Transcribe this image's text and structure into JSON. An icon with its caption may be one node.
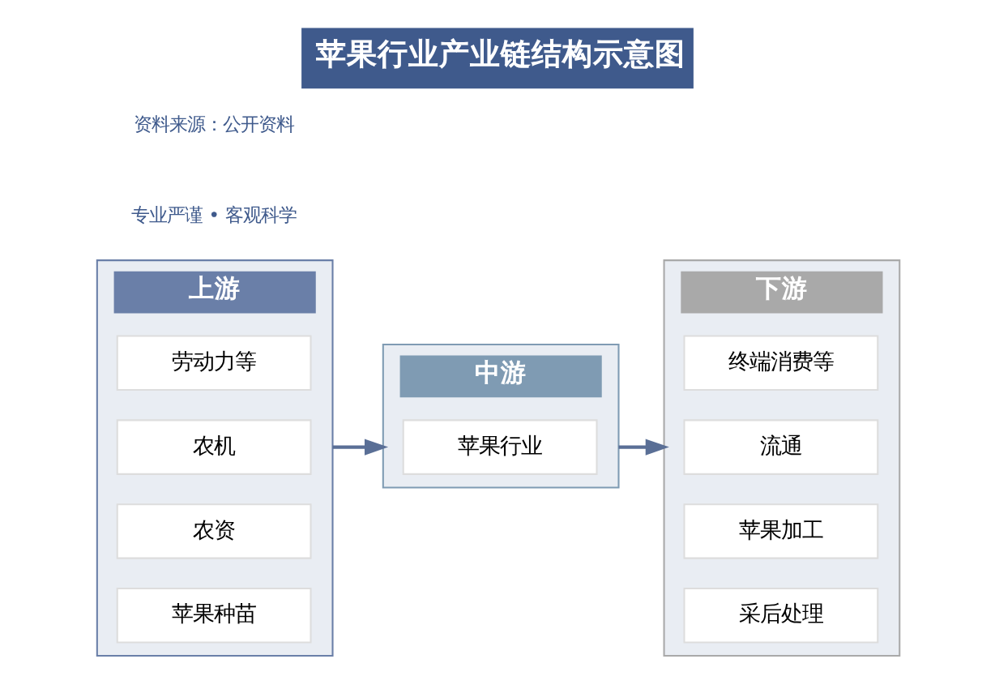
{
  "diagram": {
    "title": "苹果行业产业链结构示意图",
    "nodes": [
      {
        "text": [
          "上游"
        ]
      },
      {
        "text": [
          "苹果种苗"
        ],
        "in": 0
      },
      {
        "text": [
          "农资"
        ],
        "in": 0
      },
      {
        "text": [
          "农机"
        ],
        "in": 0
      },
      {
        "text": [
          "劳动力等"
        ],
        "in": 0
      },
      {
        "text": [
          "中游"
        ]
      },
      {
        "text": [
          "苹果行业"
        ],
        "in": 5
      },
      {
        "text": [
          "下游"
        ]
      },
      {
        "text": [
          "采后处理"
        ],
        "in": 7
      },
      {
        "text": [
          "苹果加工"
        ],
        "in": 7
      },
      {
        "text": [
          "流通"
        ],
        "in": 7
      },
      {
        "text": [
          "终端消费等"
        ],
        "in": 7
      }
    ],
    "edges": [
      {
        "from": 0,
        "to": 5,
        "arrow": "to"
      },
      {
        "from": 5,
        "to": 7,
        "arrow": "to"
      }
    ],
    "labels": [
      "专业严谨 • 客观科学",
      "资料来源：公开资料"
    ]
  }
}
